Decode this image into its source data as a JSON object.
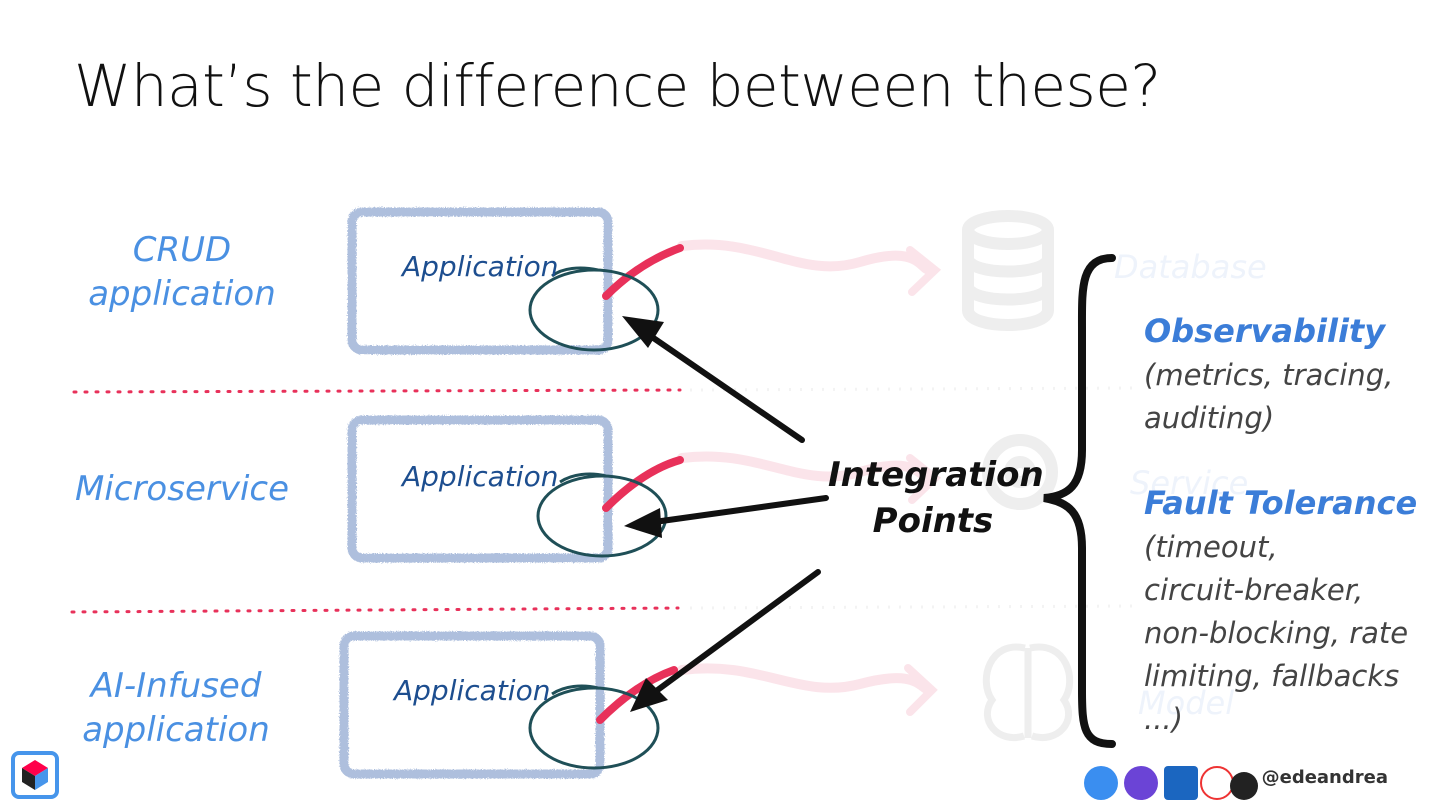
{
  "slide": {
    "title": "What’s the difference between these?"
  },
  "rows": [
    {
      "label_line1": "CRUD",
      "label_line2": "application",
      "app_label": "Application",
      "target": "Database"
    },
    {
      "label_line1": "Microservice",
      "label_line2": "",
      "app_label": "Application",
      "target": "Service"
    },
    {
      "label_line1": "AI-Infused",
      "label_line2": "application",
      "app_label": "Application",
      "target": "Model"
    }
  ],
  "integration": {
    "line1": "Integration",
    "line2": "Points"
  },
  "features": [
    {
      "title": "Observability",
      "desc": [
        "(metrics, tracing,",
        "auditing)"
      ]
    },
    {
      "title": "Fault Tolerance",
      "desc": [
        "(timeout,",
        "circuit-breaker,",
        "non-blocking, rate",
        "limiting, fallbacks",
        "...)"
      ]
    }
  ],
  "footer": {
    "handle": "@edeandrea"
  },
  "colors": {
    "accent_blue": "#4a90e2",
    "app_blue": "#1d4e8f",
    "dot_red": "#e8315a",
    "circle_teal": "#1f4f57"
  }
}
